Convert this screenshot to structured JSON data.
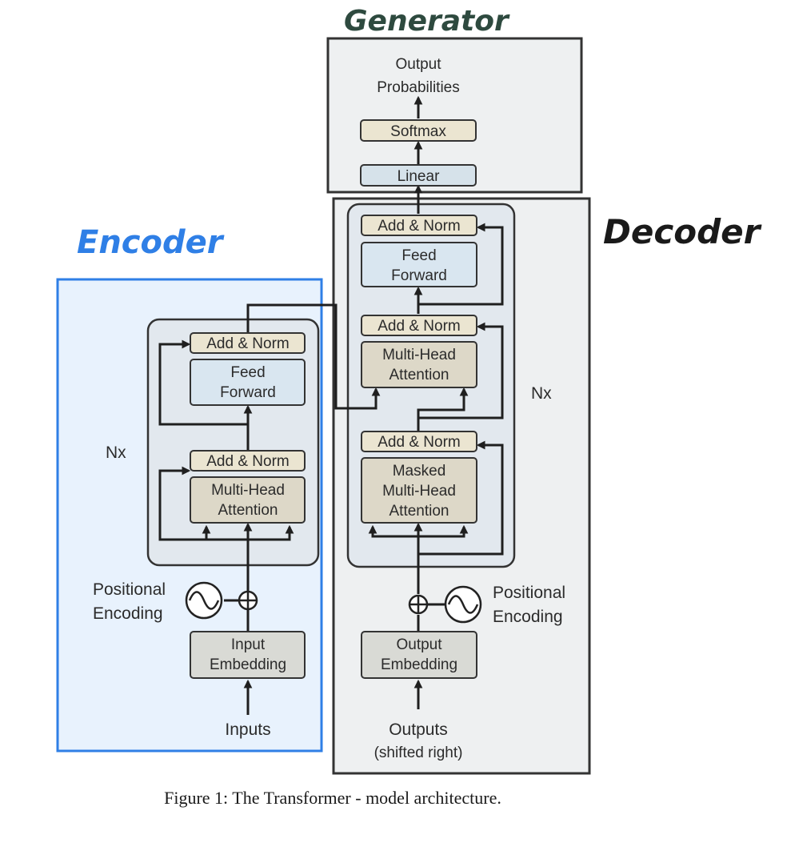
{
  "annotations": {
    "generator": "Generator",
    "encoder": "Encoder",
    "decoder": "Decoder"
  },
  "generator": {
    "output_line1": "Output",
    "output_line2": "Probabilities",
    "softmax": "Softmax",
    "linear": "Linear"
  },
  "encoder": {
    "add_norm_top": "Add & Norm",
    "feed_forward_line1": "Feed",
    "feed_forward_line2": "Forward",
    "add_norm_bottom": "Add & Norm",
    "mha_line1": "Multi-Head",
    "mha_line2": "Attention",
    "nx": "Nx",
    "pos_line1": "Positional",
    "pos_line2": "Encoding",
    "embed_line1": "Input",
    "embed_line2": "Embedding",
    "inputs": "Inputs"
  },
  "decoder": {
    "add_norm_top": "Add & Norm",
    "feed_forward_line1": "Feed",
    "feed_forward_line2": "Forward",
    "add_norm_mid": "Add & Norm",
    "mha_line1": "Multi-Head",
    "mha_line2": "Attention",
    "add_norm_bottom": "Add & Norm",
    "masked_line1": "Masked",
    "masked_line2": "Multi-Head",
    "masked_line3": "Attention",
    "nx": "Nx",
    "pos_line1": "Positional",
    "pos_line2": "Encoding",
    "embed_line1": "Output",
    "embed_line2": "Embedding",
    "outputs_line1": "Outputs",
    "outputs_line2": "(shifted right)"
  },
  "caption": "Figure 1: The Transformer - model architecture.",
  "colors": {
    "encoder_outline": "#2f7fe6",
    "encoder_fill": "#e8f2fd",
    "decoder_fill": "#eef0f1",
    "attention_fill": "#ddd8c8",
    "feedforward_fill": "#d9e6f0",
    "addnorm_fill": "#ebe5d1",
    "linear_fill": "#d6e2ea"
  }
}
